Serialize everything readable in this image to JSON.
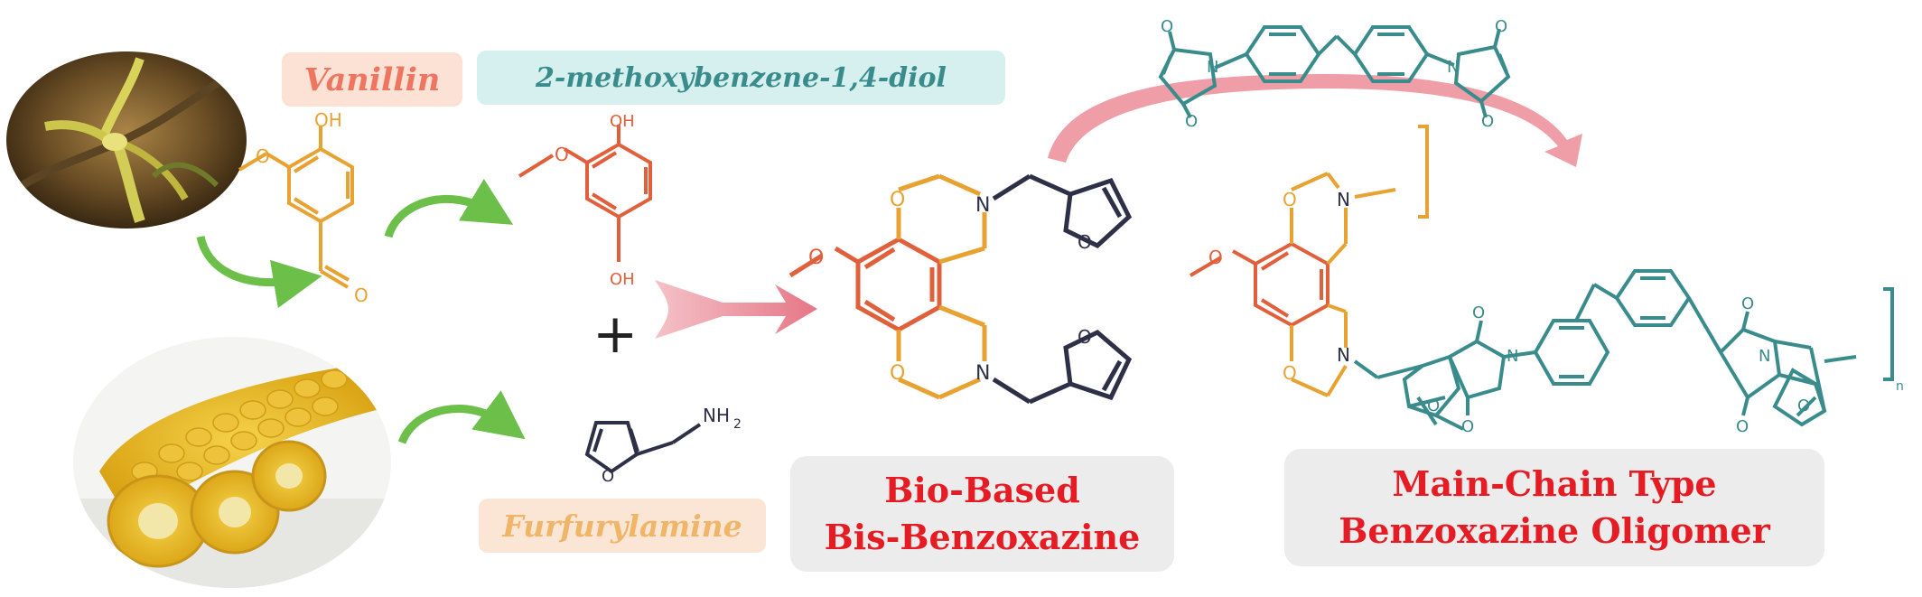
{
  "labels": {
    "vanillin": "Vanillin",
    "methoxy_diol": "2-methoxybenzene-1,4-diol",
    "furfurylamine": "Furfurylamine",
    "plus": "+"
  },
  "molecule_text": {
    "oh": "OH",
    "o": "O",
    "n": "N",
    "nh2": "NH",
    "nh2_sub": "2",
    "repeat_n": "n"
  },
  "products": {
    "bis_benzoxazine_line1": "Bio-Based",
    "bis_benzoxazine_line2": "Bis-Benzoxazine",
    "oligomer_line1": "Main-Chain Type",
    "oligomer_line2": "Benzoxazine Oligomer"
  },
  "colors": {
    "vanillin_orange": "#e8a232",
    "aromatic_red": "#e1603c",
    "furan_navy": "#2e3048",
    "teal": "#3a8c8c",
    "green_arrow": "#6cc04a",
    "pink_arrow": "#e97f8d",
    "product_text_red": "#e51c24"
  },
  "icons": [
    "vanilla-flower-photo",
    "corn-photo"
  ]
}
